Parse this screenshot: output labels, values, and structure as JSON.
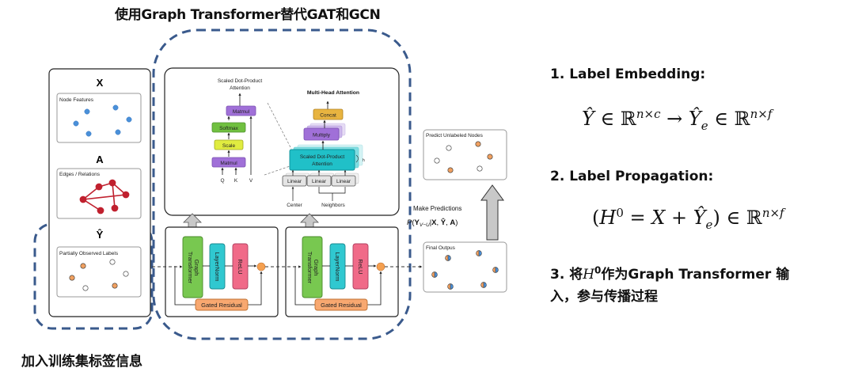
{
  "title": "使用Graph Transformer替代GAT和GCN",
  "bottom_caption": "加入训练集标签信息",
  "inputs": {
    "x_symbol": "X",
    "x_panel_label": "Node Features",
    "a_symbol": "A",
    "a_panel_label": "Edges / Relations",
    "y_symbol": "Ŷ",
    "y_panel_label": "Partially Observed Labels"
  },
  "attention": {
    "sdpa_title_line1": "Scaled Dot-Product",
    "sdpa_title_line2": "Attention",
    "sdpa_blocks": [
      "Matmul",
      "Softmax",
      "Scale",
      "Matmul"
    ],
    "sdpa_inputs": [
      "Q",
      "K",
      "V"
    ],
    "mha_title": "Multi-Head Attention",
    "mha_concat": "Concat",
    "mha_multiply": "Multiply",
    "mha_sdpa_line1": "Scaled Dot-Product",
    "mha_sdpa_line2": "Attention",
    "mha_linear": "Linear",
    "mha_head_label": "h",
    "mha_center": "Center",
    "mha_neighbors": "Neighbors"
  },
  "layers": [
    {
      "graph_transformer_line1": "Graph",
      "graph_transformer_line2": "Transformer",
      "layernorm": "LayerNorm",
      "relu": "ReLU",
      "gated_residual": "Gated Residual"
    },
    {
      "graph_transformer_line1": "Graph",
      "graph_transformer_line2": "Transformer",
      "layernorm": "LayerNorm",
      "relu": "ReLU",
      "gated_residual": "Gated Residual"
    }
  ],
  "outputs": {
    "predict_label": "Predict Unlabeled Nodes",
    "make_predictions": "Make Predictions",
    "prediction_formula": "P(Y_{V−U} | X, Ŷ, A)",
    "final_label": "Final Outpus"
  },
  "steps": {
    "step1_title": "1. Label Embedding:",
    "step1_formula": "Ŷ ∈ ℝ^{n×c} → Ŷ_e ∈ ℝ^{n×f}",
    "step2_title": "2. Label Propagation:",
    "step2_formula": "(H^0 = X + Ŷ_e) ∈ ℝ^{n×f}",
    "step3_prefix": "3. 将",
    "step3_h": "H",
    "step3_sup": "0",
    "step3_line1_rest": "作为Graph Transformer 输",
    "step3_line2": "入，参与传播过程"
  },
  "colors": {
    "dashed_border": "#3a5a8c",
    "node_blue": "#4a90d9",
    "edge_red": "#c0202e",
    "label_orange": "#f0a060",
    "matmul_purple": "#a070d8",
    "softmax_green": "#70c040",
    "scale_yellow": "#e0ec40",
    "concat_gold": "#e8b440",
    "sdpa_cyan": "#20c0c8",
    "linear_gray": "#e4e4e4",
    "graph_transformer_green": "#78c850",
    "layernorm_cyan": "#30c8d0",
    "relu_pink": "#f06a88",
    "gated_orange": "#f8a870"
  }
}
